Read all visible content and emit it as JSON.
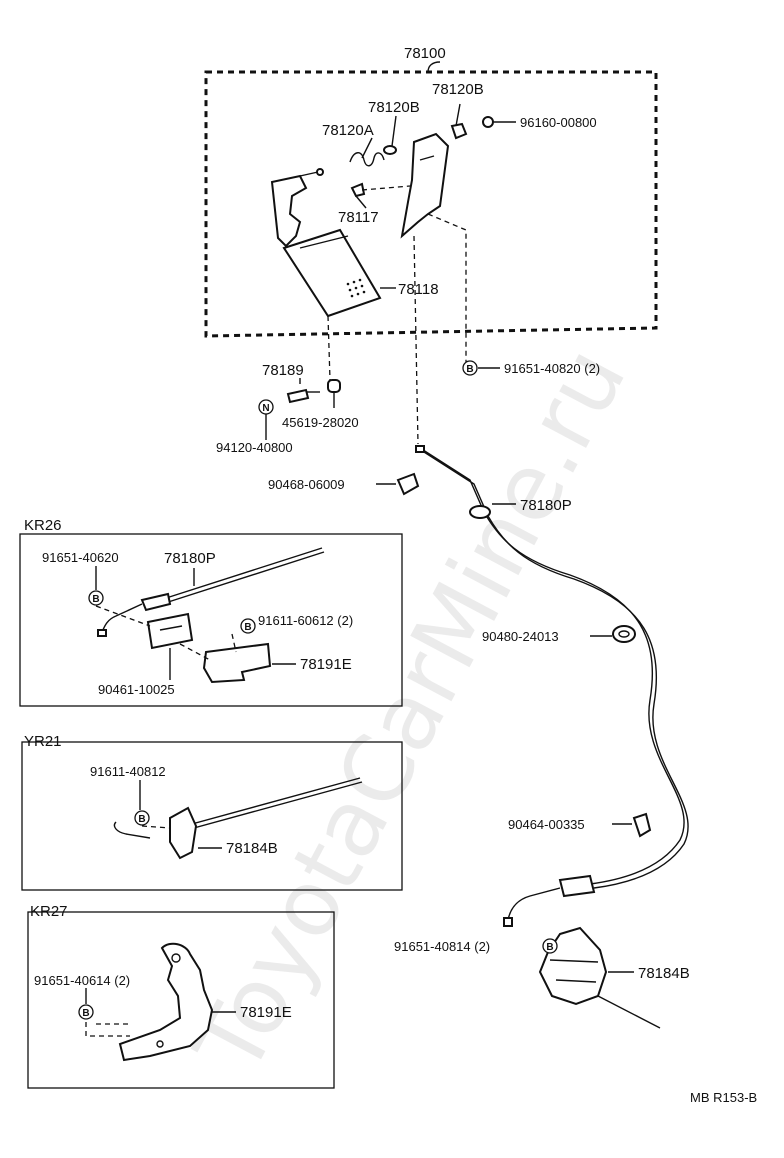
{
  "watermark": "ToyotaCarMine.ru",
  "figure_code": "MB R153-B",
  "sections": {
    "kr26": "KR26",
    "yr21": "YR21",
    "kr27": "KR27"
  },
  "badges": {
    "b": "B",
    "n": "N"
  },
  "labels": {
    "assy_78100": "78100",
    "p78120b_top": "78120B",
    "p96160": "96160-00800",
    "p78120b": "78120B",
    "p78120a": "78120A",
    "p78117": "78117",
    "p78118": "78118",
    "p78189": "78189",
    "p45619": "45619-28020",
    "p94120": "94120-40800",
    "p91651_40820": "91651-40820 (2)",
    "p90468": "90468-06009",
    "p78180p_main": "78180P",
    "p90480": "90480-24013",
    "p90464": "90464-00335",
    "p91651_40814": "91651-40814 (2)",
    "p78184b_main": "78184B",
    "kr26_91651": "91651-40620",
    "kr26_78180p": "78180P",
    "kr26_91611": "91611-60612 (2)",
    "kr26_78191e": "78191E",
    "kr26_90461": "90461-10025",
    "yr21_91611": "91611-40812",
    "yr21_78184b": "78184B",
    "kr27_91651": "91651-40614 (2)",
    "kr27_78191e": "78191E"
  }
}
